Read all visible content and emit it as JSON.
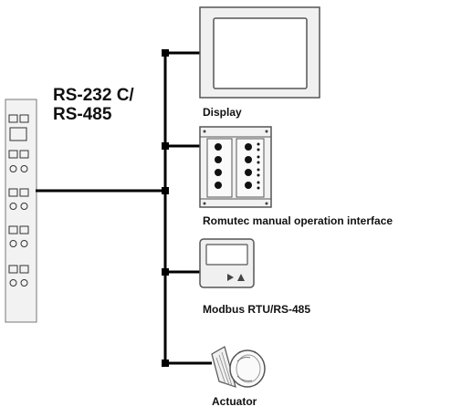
{
  "bus": {
    "label_line1": "RS-232 C/",
    "label_line2": "RS-485"
  },
  "devices": [
    {
      "label": "Display",
      "icon": "display-screen-icon"
    },
    {
      "label": "Romutec manual operation interface",
      "icon": "manual-operation-panel-icon"
    },
    {
      "label": "Modbus RTU/RS-485",
      "icon": "modbus-controller-icon"
    },
    {
      "label": "Actuator",
      "icon": "actuator-knob-icon"
    }
  ],
  "colors": {
    "line": "#000000",
    "panel_fill": "#f2f2f2",
    "panel_stroke": "#555555",
    "module_fill": "#f7f7f7"
  }
}
